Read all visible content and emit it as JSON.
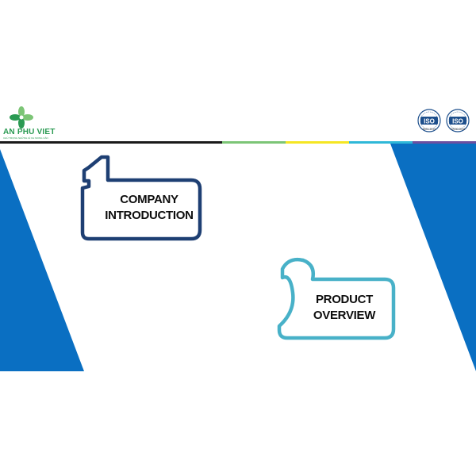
{
  "brand": {
    "name": "AN PHU VIET",
    "tagline": "CHÚ TRỌNG NHỮNG GÌ KH MONG CẦN",
    "logo_icon": "clover-leaf-icon",
    "colors": {
      "green": "#2a9a52",
      "light_green": "#7cc576"
    }
  },
  "certifications": [
    {
      "badge": "ISO",
      "caption": "9001:2015",
      "icon": "iso-seal-icon"
    },
    {
      "badge": "ISO",
      "caption": "22000:2018",
      "icon": "iso-seal-icon"
    }
  ],
  "header_stripe_colors": [
    "#1a1a1a",
    "#1a1a1a",
    "#1a1a1a",
    "#7cc576",
    "#f5e623",
    "#2fb8d8",
    "#6b4fa0"
  ],
  "agenda": [
    {
      "number": "1",
      "line1": "COMPANY",
      "line2": "INTRODUCTION",
      "color": "#1e3f73",
      "icon": "numeral-one-outline-icon"
    },
    {
      "number": "2",
      "line1": "PRODUCT",
      "line2": "OVERVIEW",
      "color": "#48b1c8",
      "icon": "numeral-two-outline-icon"
    }
  ],
  "accent_color": "#0a6fc2"
}
